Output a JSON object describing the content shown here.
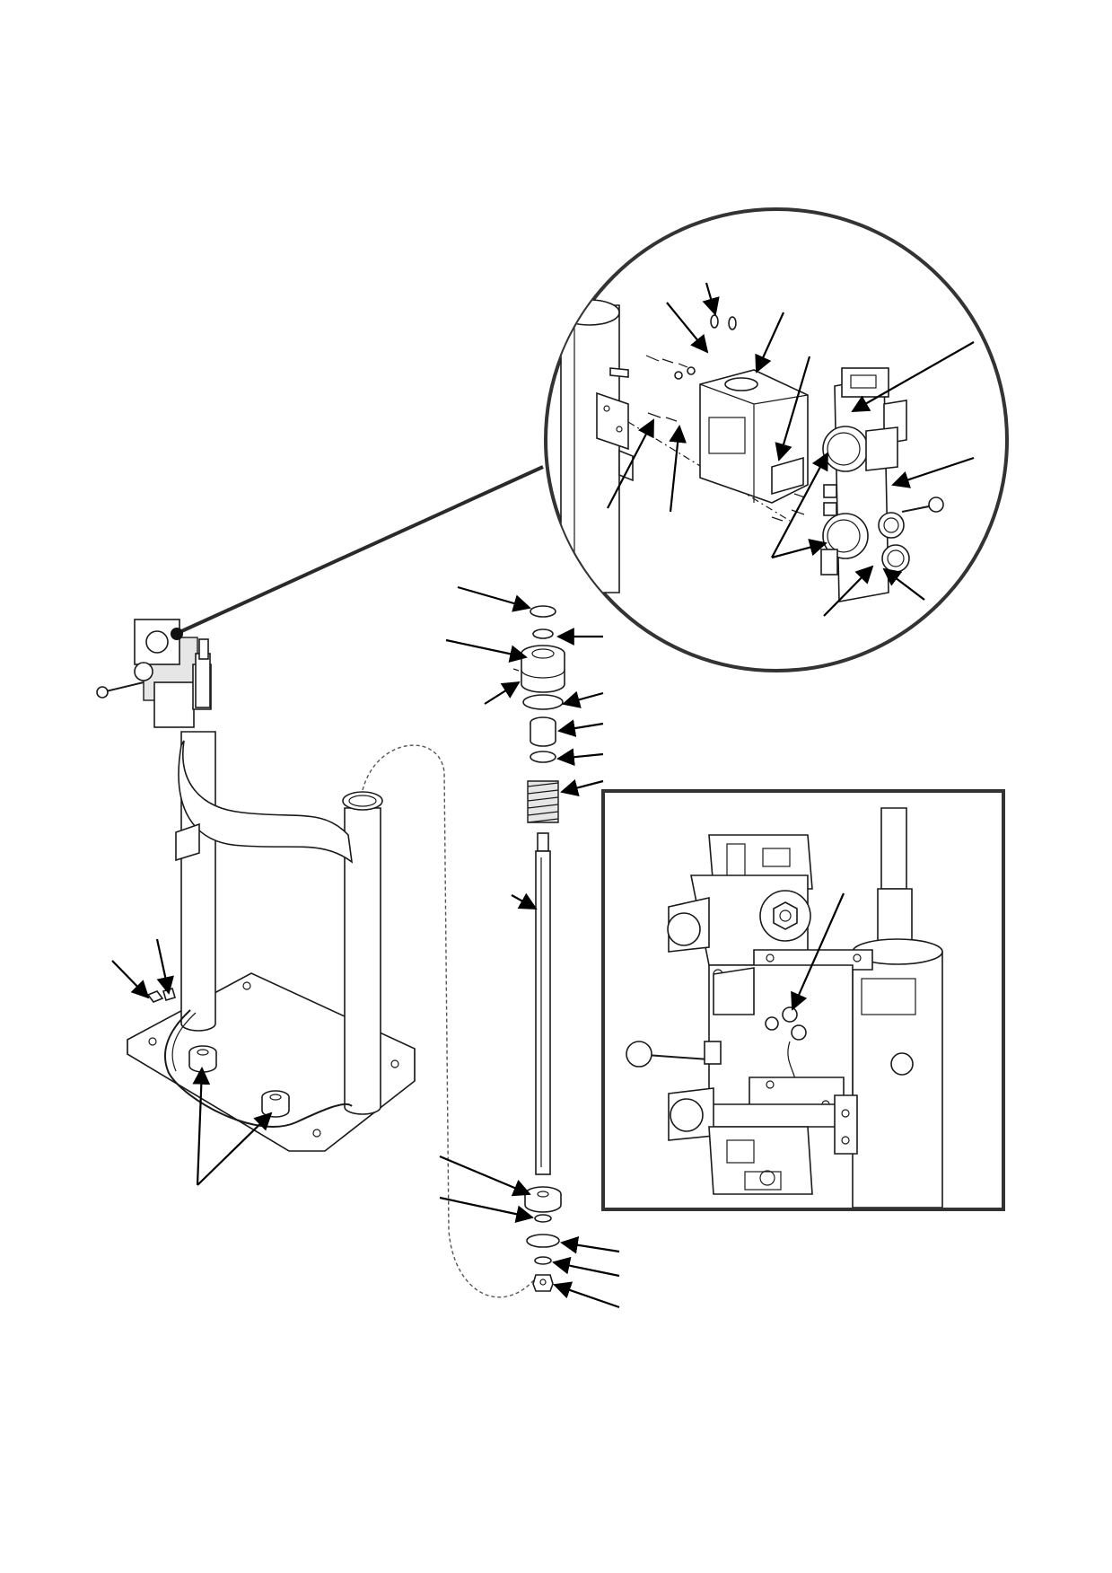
{
  "figure": {
    "type": "exploded-assembly-drawing",
    "detail_callouts": [
      "circular-detail-view",
      "rectangular-detail-view"
    ],
    "callout_arrow_count": 31,
    "line_color": "#1a1a1a",
    "background_color": "#ffffff"
  }
}
